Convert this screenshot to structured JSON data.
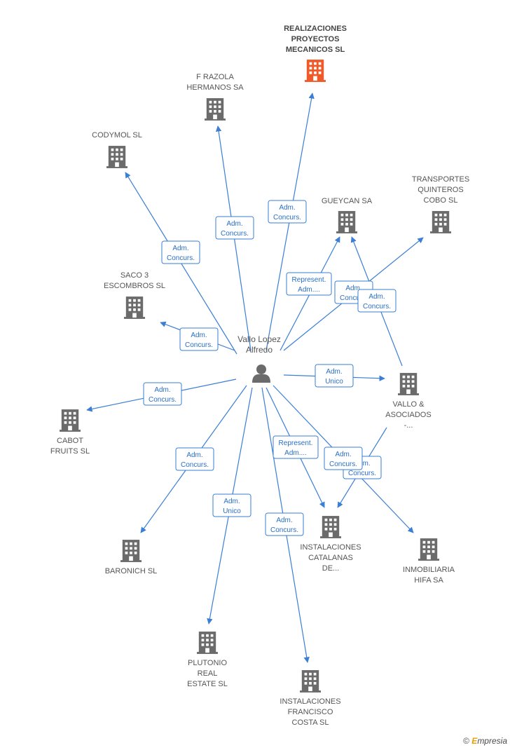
{
  "center": {
    "label": [
      "Vallo Lopez",
      "Alfredo"
    ],
    "icon": "person-icon"
  },
  "nodes": [
    {
      "id": "realizaciones",
      "label": [
        "REALIZACIONES",
        "PROYECTOS",
        "MECANICOS SL"
      ],
      "highlight": true
    },
    {
      "id": "frazola",
      "label": [
        "F RAZOLA",
        "HERMANOS SA"
      ]
    },
    {
      "id": "codymol",
      "label": [
        "CODYMOL SL"
      ]
    },
    {
      "id": "gueycan",
      "label": [
        "GUEYCAN SA"
      ]
    },
    {
      "id": "transportes",
      "label": [
        "TRANSPORTES",
        "QUINTEROS",
        "COBO SL"
      ]
    },
    {
      "id": "saco3",
      "label": [
        "SACO 3",
        "ESCOMBROS SL"
      ]
    },
    {
      "id": "vallo",
      "label": [
        "VALLO &",
        "ASOCIADOS",
        "-..."
      ]
    },
    {
      "id": "cabot",
      "label": [
        "CABOT",
        "FRUITS SL"
      ]
    },
    {
      "id": "baronich",
      "label": [
        "BARONICH SL"
      ]
    },
    {
      "id": "instcat",
      "label": [
        "INSTALACIONES",
        "CATALANAS",
        "DE..."
      ]
    },
    {
      "id": "hifa",
      "label": [
        "INMOBILIARIA",
        "HIFA SA"
      ]
    },
    {
      "id": "plutonio",
      "label": [
        "PLUTONIO",
        "REAL",
        "ESTATE SL"
      ]
    },
    {
      "id": "instfran",
      "label": [
        "INSTALACIONES",
        "FRANCISCO",
        "COSTA SL"
      ]
    }
  ],
  "edges": [
    {
      "from": "center",
      "to": "realizaciones",
      "label": [
        "Adm.",
        "Concurs."
      ]
    },
    {
      "from": "center",
      "to": "frazola",
      "label": [
        "Adm.",
        "Concurs."
      ]
    },
    {
      "from": "center",
      "to": "codymol",
      "label": [
        "Adm.",
        "Concurs."
      ]
    },
    {
      "from": "center",
      "to": "saco3",
      "label": [
        "Adm.",
        "Concurs."
      ]
    },
    {
      "from": "center",
      "to": "gueycan",
      "label": [
        "Represent.",
        "Adm...."
      ]
    },
    {
      "from": "center",
      "to": "transportes",
      "label": [
        "Adm.",
        "Concurs."
      ]
    },
    {
      "from": "vallo",
      "to": "gueycan",
      "label": [
        "Adm.",
        "Concurs."
      ]
    },
    {
      "from": "center",
      "to": "vallo",
      "label": [
        "Adm.",
        "Unico"
      ]
    },
    {
      "from": "center",
      "to": "cabot",
      "label": [
        "Adm.",
        "Concurs."
      ]
    },
    {
      "from": "center",
      "to": "baronich",
      "label": [
        "Adm.",
        "Concurs."
      ]
    },
    {
      "from": "center",
      "to": "plutonio",
      "label": [
        "Adm.",
        "Unico"
      ]
    },
    {
      "from": "center",
      "to": "instfran",
      "label": [
        "Adm.",
        "Concurs."
      ]
    },
    {
      "from": "center",
      "to": "instcat",
      "label": [
        "Represent.",
        "Adm...."
      ]
    },
    {
      "from": "vallo",
      "to": "instcat",
      "label": [
        "Adm.",
        "Concurs."
      ]
    },
    {
      "from": "center",
      "to": "hifa",
      "label": [
        "Adm.",
        "Concurs."
      ]
    }
  ],
  "footer": {
    "copyright": "©",
    "brand_e": "E",
    "brand_rest": "mpresia"
  },
  "colors": {
    "edge": "#3a7fd5",
    "node_icon": "#6b6b6b",
    "highlight_icon": "#f05a28",
    "label_border": "#3a7fd5"
  }
}
